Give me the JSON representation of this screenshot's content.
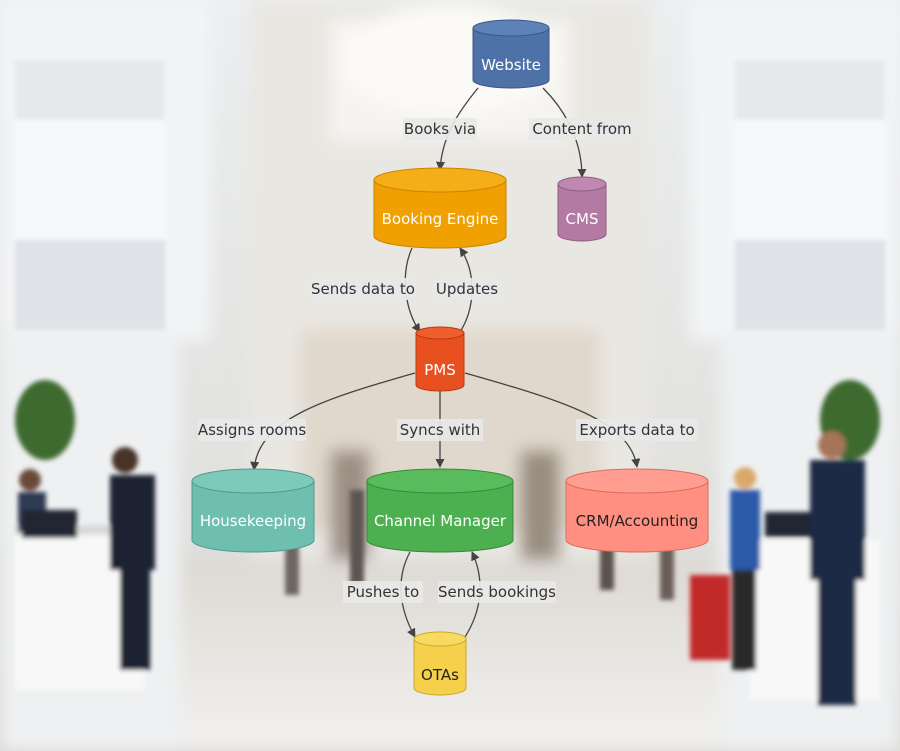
{
  "colors": {
    "website": "#4e72a8",
    "booking_engine": "#f0a000",
    "cms": "#b37ba4",
    "pms": "#e85020",
    "housekeeping": "#6fbfb0",
    "channel_manager": "#4caf50",
    "crm_accounting": "#ff8f80",
    "otas": "#f5d04a"
  },
  "background": "blurred-hotel-lobby-photo",
  "nodes": {
    "website": "Website",
    "booking_engine": "Booking Engine",
    "cms": "CMS",
    "pms": "PMS",
    "housekeeping": "Housekeeping",
    "channel_manager": "Channel Manager",
    "crm_accounting": "CRM/Accounting",
    "otas": "OTAs"
  },
  "edges": {
    "books_via": "Books via",
    "content_from": "Content from",
    "sends_data_to": "Sends data to",
    "updates": "Updates",
    "assigns_rooms": "Assigns rooms",
    "syncs_with": "Syncs with",
    "exports_data_to": "Exports data to",
    "pushes_to": "Pushes to",
    "sends_bookings": "Sends bookings"
  }
}
